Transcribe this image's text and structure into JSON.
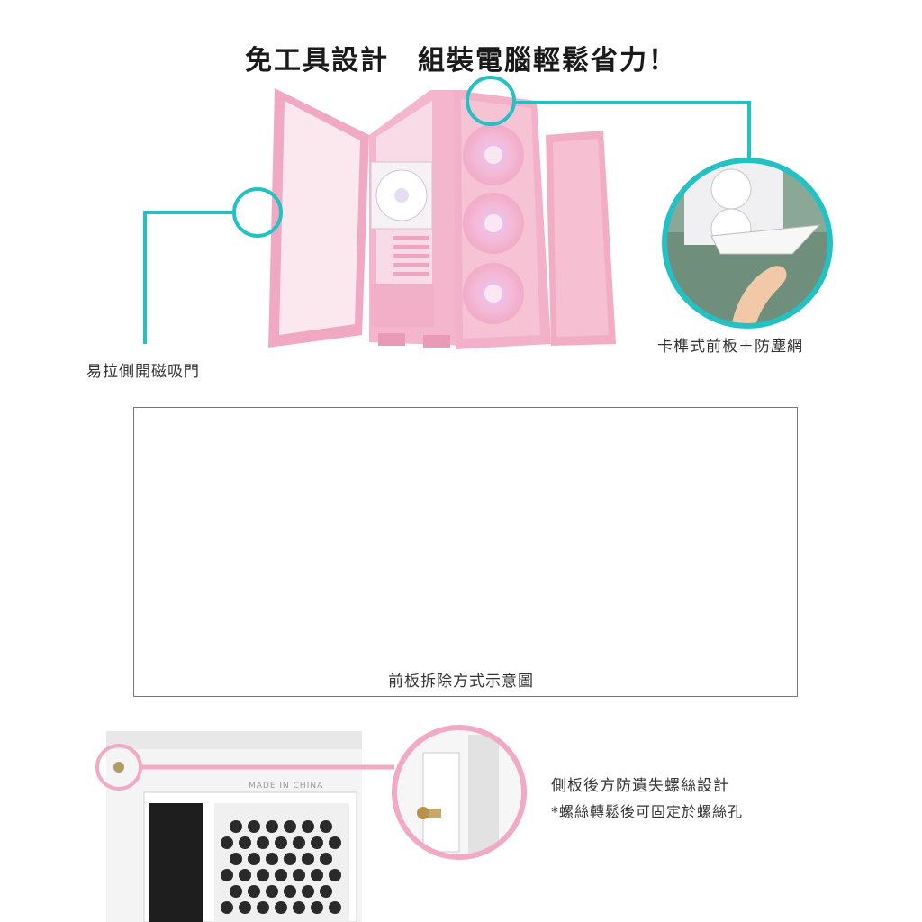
{
  "headline": "免工具設計　組裝電腦輕鬆省力！",
  "callouts": {
    "magnetic_door": "易拉側開磁吸門",
    "front_panel": "卡榫式前板＋防塵網",
    "removal_diagram": "前板拆除方式示意圖",
    "screw_title": "側板後方防遺失螺絲設計",
    "screw_note": "*螺絲轉鬆後可固定於螺絲孔"
  },
  "product_marks": {
    "made_in": "MADE IN CHINA"
  },
  "colors": {
    "teal_accent": "#22c1c3",
    "pink_accent": "#f2a9c4",
    "case_pink": "#f3b6cc",
    "case_white": "#f4f4f4"
  }
}
